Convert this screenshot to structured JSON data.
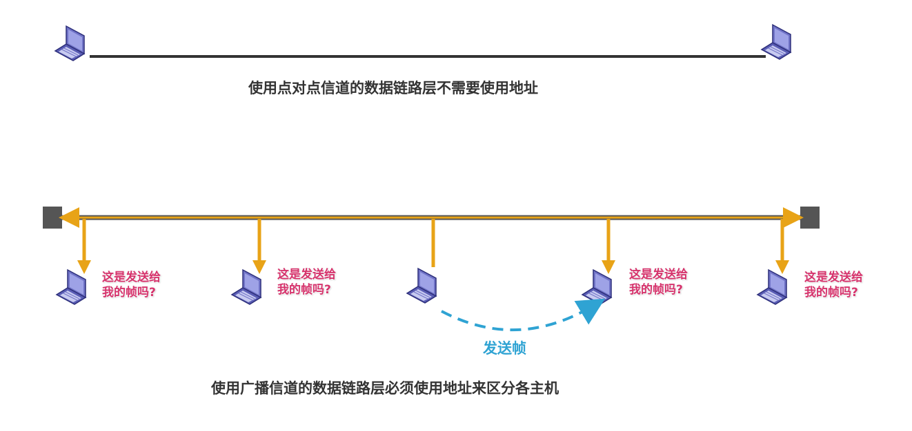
{
  "top": {
    "caption": "使用点对点信道的数据链路层不需要使用地址"
  },
  "bottom": {
    "caption": "使用广播信道的数据链路层必须使用地址来区分各主机",
    "send_label": "发送帧",
    "question": {
      "line1": "这是发送给",
      "line2": "我的帧吗?"
    }
  },
  "colors": {
    "link_line": "#333333",
    "bus_line": "#555555",
    "signal": "#e8a317",
    "question_text": "#d6336c",
    "send_arrow": "#2fa3d3",
    "laptop": "#5a5db5"
  },
  "icons": {
    "host": "laptop-icon",
    "terminator": "bus-terminator",
    "arrow": "arrow-down-icon"
  }
}
